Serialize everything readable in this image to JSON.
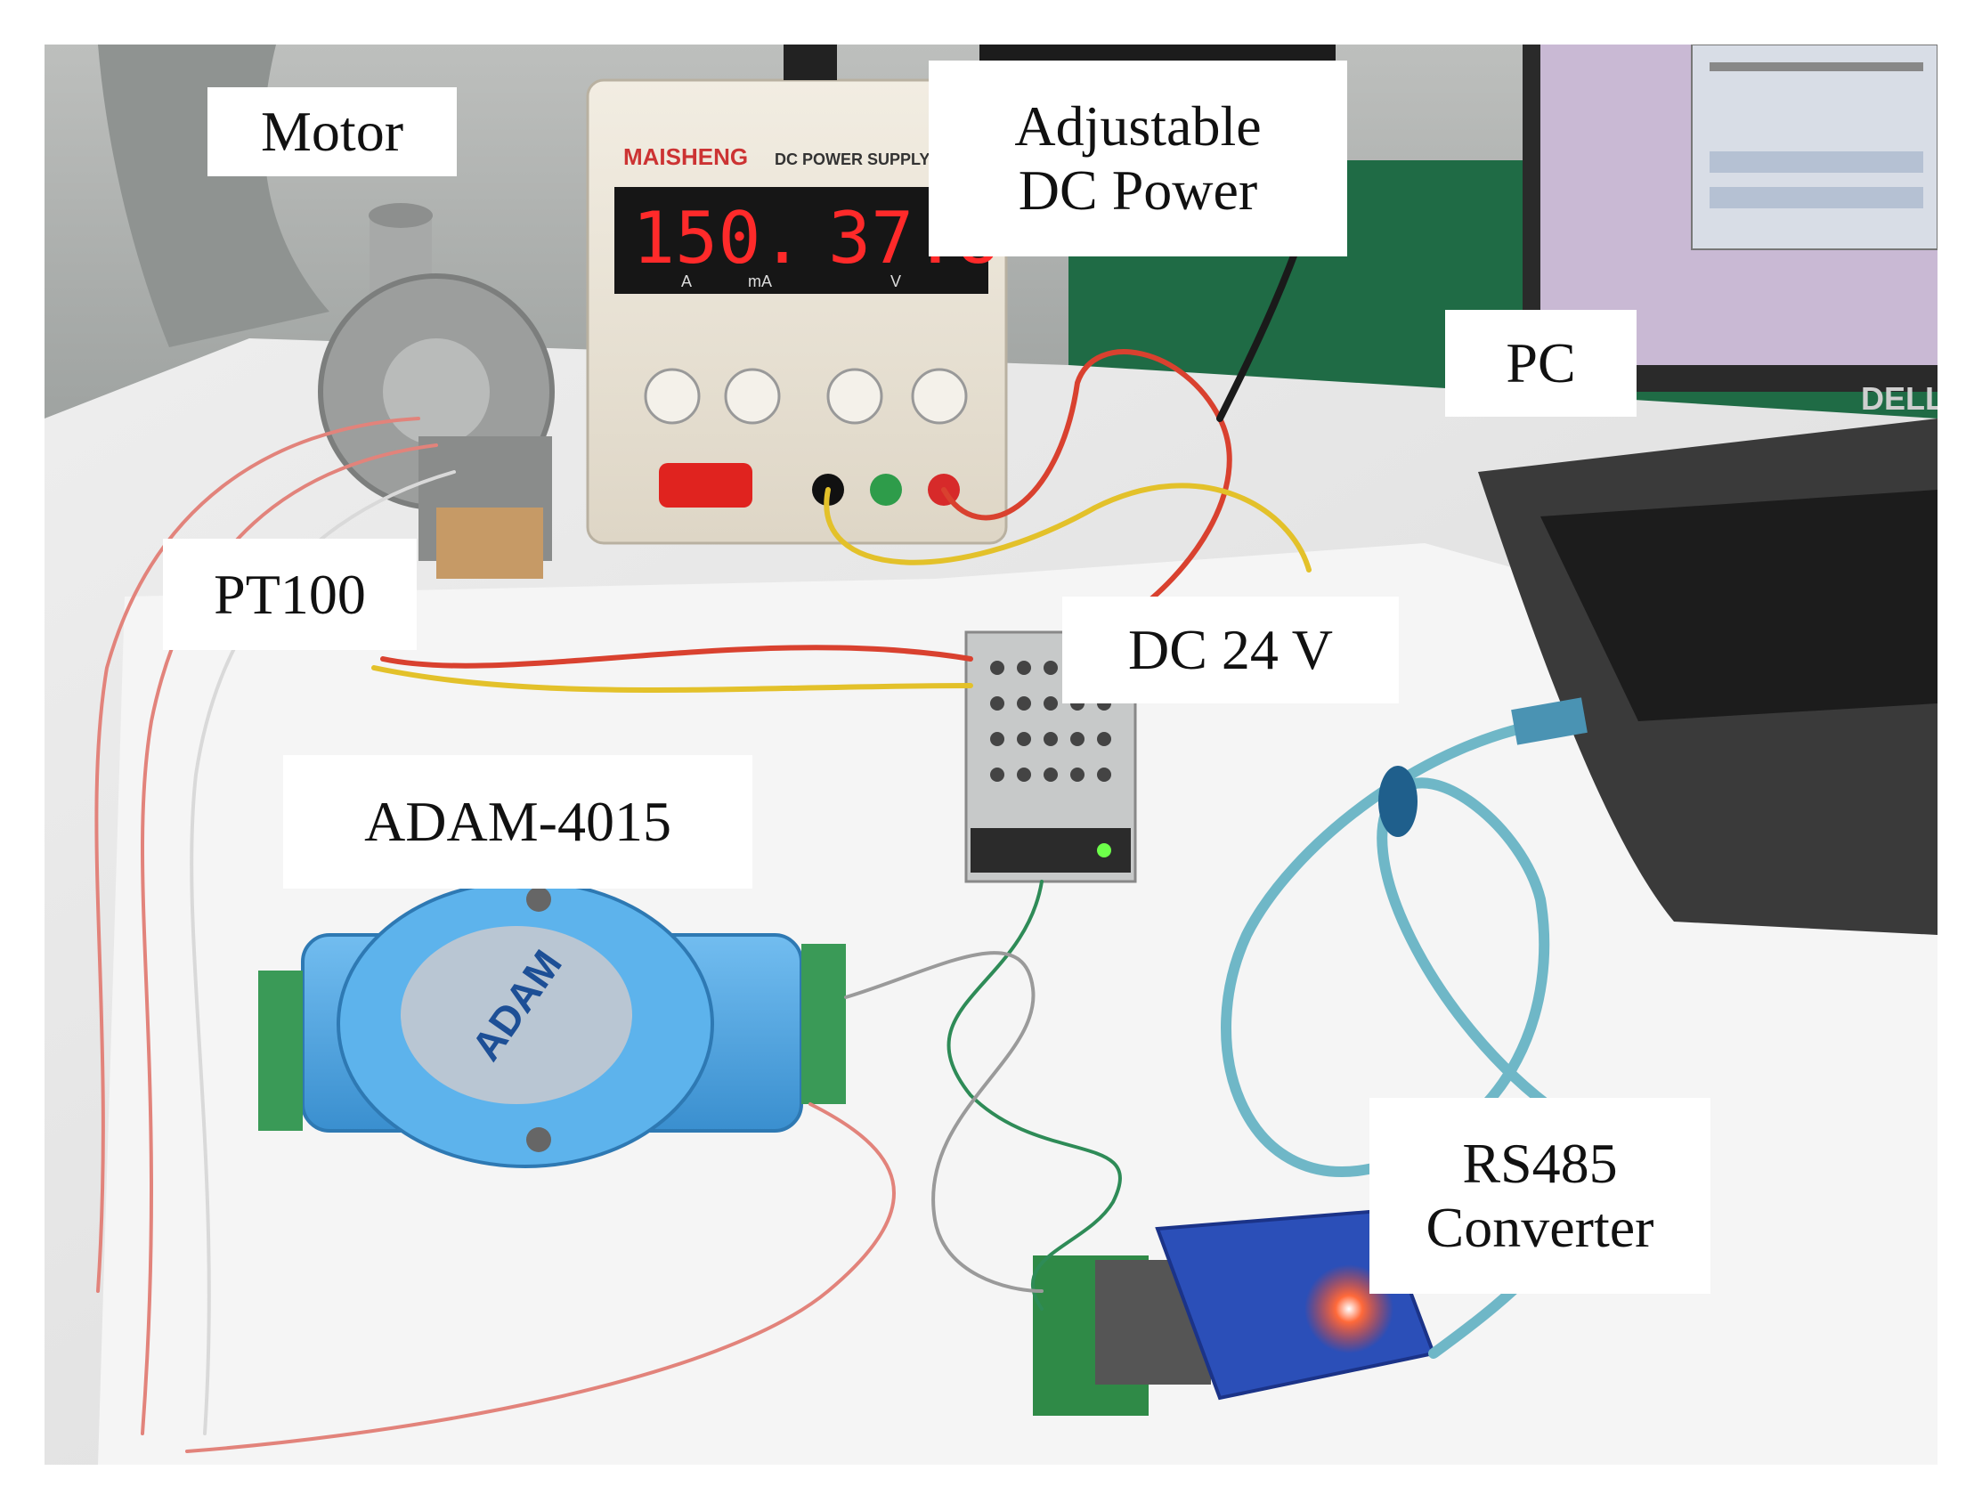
{
  "labels": {
    "motor": "Motor",
    "dc_power_line1": "Adjustable",
    "dc_power_line2": "DC Power",
    "pc": "PC",
    "pt100": "PT100",
    "dc24v": "DC 24 V",
    "adam": "ADAM-4015",
    "rs485_line1": "RS485",
    "rs485_line2": "Converter"
  },
  "power_supply": {
    "brand": "MAISHENG",
    "model_text": "DC POWER SUPPLY",
    "current_display": "150.",
    "voltage_display": "37.8",
    "current_unit_a": "A",
    "current_unit_ma": "mA",
    "voltage_unit": "V"
  },
  "adam_module": {
    "logo": "ADAM"
  },
  "laptop": {
    "brand": "DELL"
  },
  "colors": {
    "wire_red": "#d9412f",
    "wire_yellow": "#e3c12a",
    "wire_black": "#1a1a1a",
    "usb_cable": "#6fb7c7",
    "adam_blue": "#4fa7e0",
    "terminal_green": "#3a9a57",
    "display_red": "#ff2a2a",
    "converter_blue": "#2b4fb8"
  }
}
